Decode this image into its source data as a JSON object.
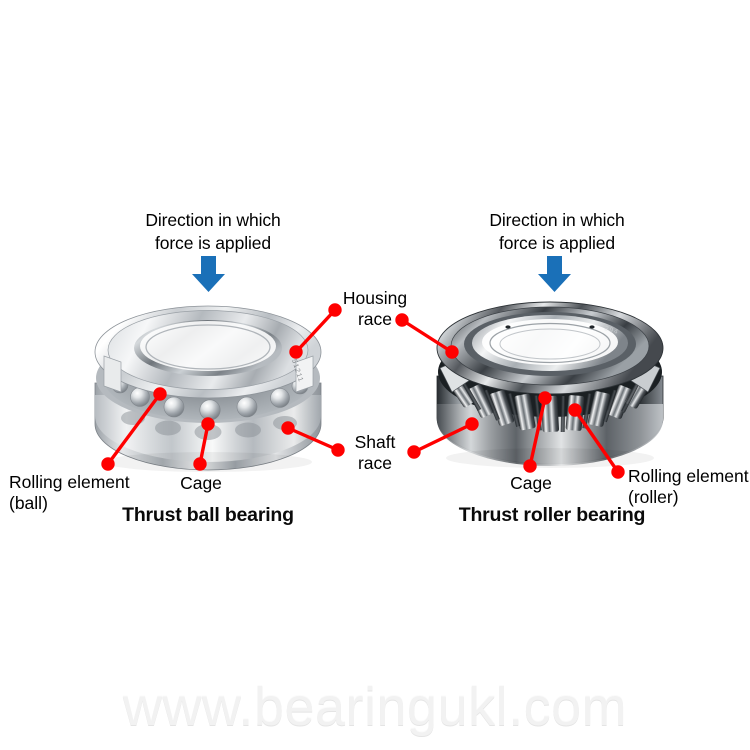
{
  "diagram": {
    "colors": {
      "leader_red": "#FF0000",
      "arrow_blue": "#1A70B8",
      "text_black": "#000000",
      "watermark_grey": "#F2F2F2",
      "background": "#FFFFFF"
    },
    "figures": [
      {
        "id": "thrust-ball-bearing",
        "title": "Thrust ball bearing",
        "force_note": "Direction in which\nforce is applied",
        "arrow_icon": "down-arrow-icon",
        "callouts": [
          {
            "id": "housing-race",
            "label": "Housing\nrace"
          },
          {
            "id": "shaft-race",
            "label": "Shaft\nrace"
          },
          {
            "id": "rolling-element",
            "label": "Rolling element\n(ball)"
          },
          {
            "id": "cage",
            "label": "Cage"
          }
        ]
      },
      {
        "id": "thrust-roller-bearing",
        "title": "Thrust roller bearing",
        "force_note": "Direction in which\nforce is applied",
        "arrow_icon": "down-arrow-icon",
        "callouts": [
          {
            "id": "cage",
            "label": "Cage"
          },
          {
            "id": "rolling-element",
            "label": "Rolling element\n(roller)"
          }
        ]
      }
    ]
  },
  "watermark": {
    "text": "www.bearingukl.com"
  }
}
